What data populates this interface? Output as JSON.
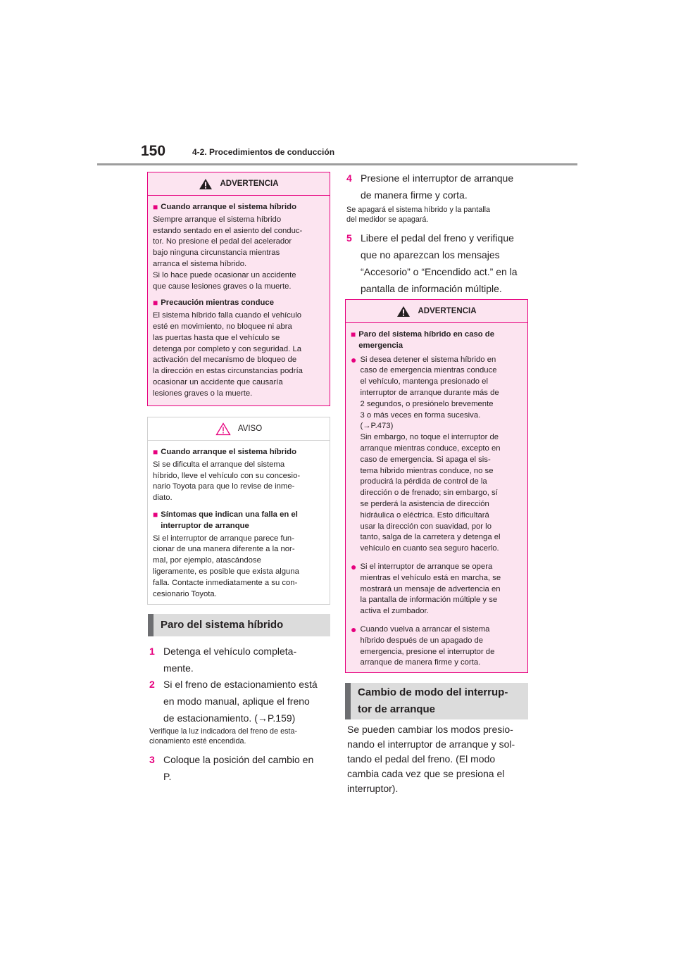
{
  "header": {
    "page_number": "150",
    "section": "4-2. Procedimientos de conducción"
  },
  "warning1": {
    "title": "ADVERTENCIA",
    "items": [
      {
        "subtitle": "Cuando arranque el sistema híbrido",
        "text": "Siempre arranque el sistema híbrido\nestando sentado en el asiento del conduc-\ntor. No presione el pedal del acelerador\nbajo ninguna circunstancia mientras\narranca el sistema híbrido.\nSi lo hace puede ocasionar un accidente\nque cause lesiones graves o la muerte."
      },
      {
        "subtitle": "Precaución mientras conduce",
        "text": "El sistema híbrido falla cuando el vehículo\nesté en movimiento, no bloquee ni abra\nlas puertas hasta que el vehículo se\ndetenga por completo y con seguridad. La\nactivación del mecanismo de bloqueo de\nla dirección en estas circunstancias podría\nocasionar un accidente que causaría\nlesiones graves o la muerte."
      }
    ]
  },
  "notice": {
    "title": "AVISO",
    "items": [
      {
        "subtitle": "Cuando arranque el sistema híbrido",
        "text": "Si se dificulta el arranque del sistema\nhíbrido, lleve el vehículo con su concesio-\nnario Toyota para que lo revise de inme-\ndiato."
      },
      {
        "subtitle": "Síntomas que indican una falla en el\ninterruptor de arranque",
        "text": "Si el interruptor de arranque parece fun-\ncionar de una manera diferente a la nor-\nmal, por ejemplo, atascándose\nligeramente, es posible que exista alguna\nfalla. Contacte inmediatamente a su con-\ncesionario Toyota."
      }
    ]
  },
  "section_stop": {
    "heading": "Paro del sistema híbrido",
    "steps": [
      {
        "num": "1",
        "text": "Detenga el vehículo completa-\nmente."
      },
      {
        "num": "2",
        "text": "Si el freno de estacionamiento está\nen modo manual, aplique el freno\nde estacionamiento. (→P.159)"
      },
      {
        "num": "3",
        "text": "Coloque la posición del cambio en\nP."
      },
      {
        "num": "4",
        "text": "Presione el interruptor de arranque\nde manera firme y corta."
      },
      {
        "num": "5",
        "text": "Libere el pedal del freno y verifique\nque no aparezcan los mensajes\n“Accesorio” o “Encendido act.” en la\npantalla de información múltiple."
      }
    ],
    "note_step2": "Verifique la luz indicadora del freno de esta-\ncionamiento esté encendida.",
    "note_step4": "Se apagará el sistema híbrido y la pantalla\ndel medidor se apagará."
  },
  "warning2": {
    "title": "ADVERTENCIA",
    "subtitle": "Paro del sistema híbrido en caso de\nemergencia",
    "bullets": [
      "Si desea detener el sistema híbrido en\ncaso de emergencia mientras conduce\nel vehículo, mantenga presionado el\ninterruptor de arranque durante más de\n2 segundos, o presiónelo brevemente\n3 o más veces en forma sucesiva.\n(→P.473)\nSin embargo, no toque el interruptor de\narranque mientras conduce, excepto en\ncaso de emergencia. Si apaga el sis-\ntema híbrido mientras conduce, no se\nproducirá la pérdida de control de la\ndirección o de frenado; sin embargo, sí\nse perderá la asistencia de dirección\nhidráulica o eléctrica. Esto dificultará\nusar la dirección con suavidad, por lo\ntanto, salga de la carretera y detenga el\nvehículo en cuanto sea seguro hacerlo.",
      "Si el interruptor de arranque se opera\nmientras el vehículo está en marcha, se\nmostrará un mensaje de advertencia en\nla pantalla de información múltiple y se\nactiva el zumbador.",
      "Cuando vuelva a arrancar el sistema\nhíbrido después de un apagado de\nemergencia, presione el interruptor de\narranque de manera firme y corta."
    ]
  },
  "section_mode": {
    "heading": "Cambio de modo del interrup-\ntor de arranque",
    "text": "Se pueden cambiar los modos presio-\nnando el interruptor de arranque y sol-\ntando el pedal del freno. (El modo\ncambia cada vez que se presiona el\ninterruptor)."
  },
  "icons": {
    "warning_icon": "warning-triangle-filled",
    "notice_icon": "warning-triangle-outline",
    "accent_color": "#e6007e"
  }
}
